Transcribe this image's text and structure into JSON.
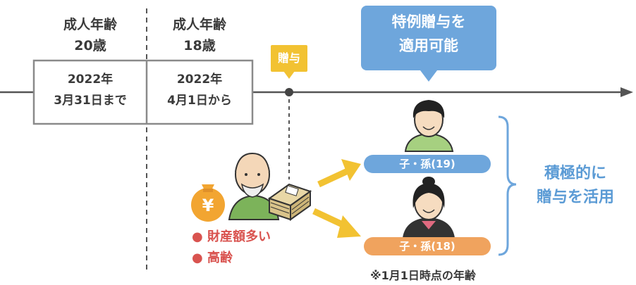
{
  "timeline": {
    "old_period": {
      "heading_line1": "成人年齢",
      "heading_line2": "20歳",
      "date_line1": "2022年",
      "date_line2": "3月31日まで"
    },
    "new_period": {
      "heading_line1": "成人年齢",
      "heading_line2": "18歳",
      "date_line1": "2022年",
      "date_line2": "4月1日から"
    },
    "gift_tag": "贈与",
    "special_bubble": {
      "line1": "特例贈与を",
      "line2": "適用可能"
    }
  },
  "giver": {
    "yen_symbol": "¥",
    "traits": [
      "財産額多い",
      "高齢"
    ]
  },
  "recipients": [
    {
      "label": "子・孫(19)",
      "color": "#6ea6dc"
    },
    {
      "label": "子・孫(18)",
      "color": "#f0a35e"
    }
  ],
  "bracket_text": {
    "line1": "積極的に",
    "line2": "贈与を活用"
  },
  "footnote": "※1月1日時点の年齢",
  "colors": {
    "timeline": "#555555",
    "accent_blue": "#6ea6dc",
    "accent_yellow": "#f2c232",
    "accent_orange": "#f0a35e",
    "accent_red": "#d9534f"
  }
}
